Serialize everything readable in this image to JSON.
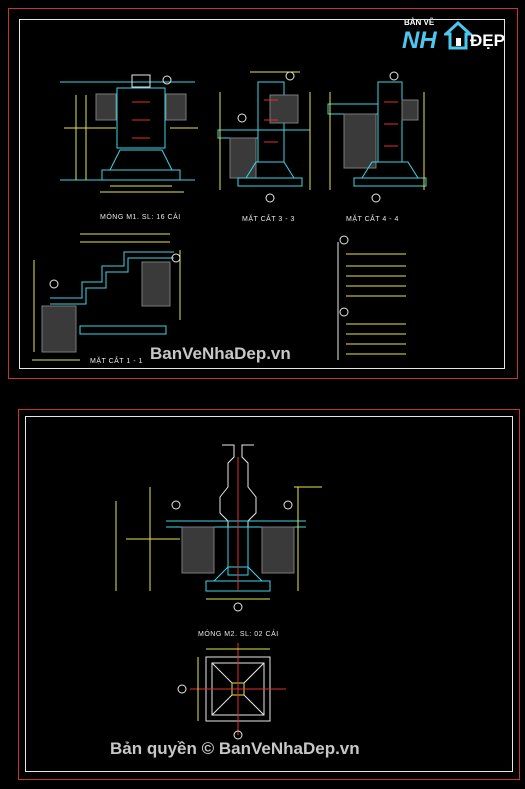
{
  "logo": {
    "small": "BẢN VẼ",
    "main": "NH",
    "suffix": "ĐẸP"
  },
  "top_sheet": {
    "labels": {
      "mong_m1": "MÓNG M1. SL: 16 CÁI",
      "mat_cat_33": "MẶT CẮT 3 - 3",
      "mat_cat_44": "MẶT CẮT 4 - 4",
      "mat_cat_11": "MẶT CẮT 1 - 1"
    },
    "watermark": "BanVeNhaDep.vn"
  },
  "bottom_sheet": {
    "labels": {
      "mong_m2": "MÓNG M2. SL: 02 CÁI"
    },
    "watermark": "Bản quyền © BanVeNhaDep.vn"
  },
  "colors": {
    "frame_red": "#c0392b",
    "frame_white": "#e6e6e6",
    "cyan": "#3fd4e8",
    "yellow": "#e8e34a",
    "red": "#e03030",
    "magenta": "#d040d0",
    "grey": "#7a7a7a"
  }
}
